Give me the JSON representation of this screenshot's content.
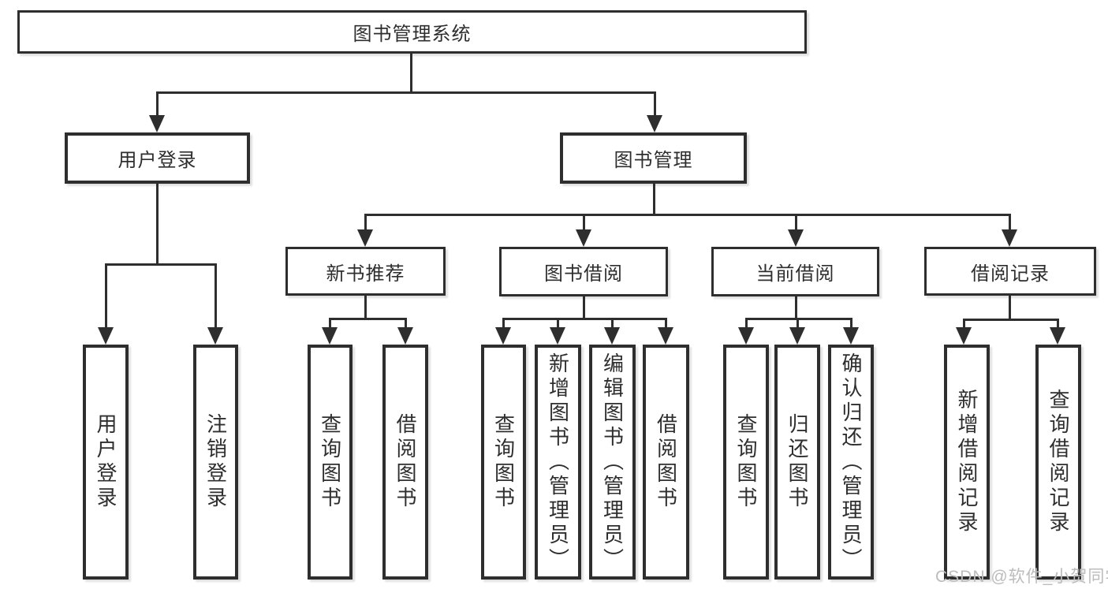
{
  "colors": {
    "line": "#2e2e2e",
    "background": "#ffffff",
    "watermark": "#bcbcbc"
  },
  "watermark": {
    "text": "CSDN @软件_小贺同学"
  },
  "nodes": {
    "root": {
      "label": "图书管理系统"
    },
    "user_login": {
      "label": "用户登录"
    },
    "book_mgmt": {
      "label": "图书管理"
    },
    "new_book_rec": {
      "label": "新书推荐"
    },
    "book_borrow": {
      "label": "图书借阅"
    },
    "current_borrow": {
      "label": "当前借阅"
    },
    "borrow_records": {
      "label": "借阅记录"
    },
    "leaf_user_login": {
      "label": "用户登录"
    },
    "leaf_logout": {
      "label": "注销登录"
    },
    "leaf_query_book_1": {
      "label": "查询图书"
    },
    "leaf_borrow_book_1": {
      "label": "借阅图书"
    },
    "leaf_query_book_2": {
      "label": "查询图书"
    },
    "leaf_add_book_admin": {
      "label": "新增图书（管理员）"
    },
    "leaf_edit_book_admin": {
      "label": "编辑图书（管理员）"
    },
    "leaf_borrow_book_2": {
      "label": "借阅图书"
    },
    "leaf_query_book_3": {
      "label": "查询图书"
    },
    "leaf_return_book": {
      "label": "归还图书"
    },
    "leaf_confirm_return_admin": {
      "label": "确认归还（管理员）"
    },
    "leaf_add_borrow_record": {
      "label": "新增借阅记录"
    },
    "leaf_query_borrow_record": {
      "label": "查询借阅记录"
    }
  }
}
